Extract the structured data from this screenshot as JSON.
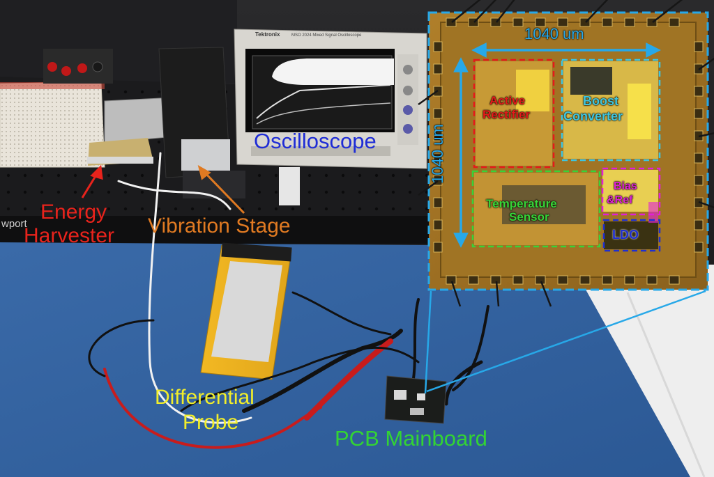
{
  "labels": {
    "oscilloscope": "Oscilloscope",
    "energy_harvester_line1": "Energy",
    "energy_harvester_line2": "Harvester",
    "vibration_stage": "Vibration Stage",
    "differential_probe_line1": "Differential",
    "differential_probe_line2": "Probe",
    "pcb_mainboard": "PCB Mainboard"
  },
  "die": {
    "width_dim": "1040 um",
    "height_dim": "1040 um",
    "blocks": {
      "active_rectifier_line1": "Active",
      "active_rectifier_line2": "Rectifier",
      "boost_converter_line1": "Boost",
      "boost_converter_line2": "Converter",
      "temperature_sensor_line1": "Temperature",
      "temperature_sensor_line2": "Sensor",
      "bias_ref_line1": "Bias",
      "bias_ref_line2": "&Ref",
      "ldo": "LDO"
    }
  },
  "instrument_text": {
    "brand": "Tektronix",
    "model": "MSO 2024 Mixed Signal Oscilloscope",
    "bench_brand": "wport"
  },
  "colors": {
    "oscilloscope": "#1e2cd6",
    "energy_harvester": "#e8231c",
    "vibration_stage": "#e07a22",
    "differential_probe": "#f2ee2a",
    "pcb_mainboard": "#33d433",
    "dimension": "#27a8e8",
    "active_rectifier": "#e51a1a",
    "boost_converter": "#3ec6e0",
    "temperature_sensor": "#38d438",
    "bias_ref": "#e020d8",
    "ldo": "#2030d0"
  }
}
